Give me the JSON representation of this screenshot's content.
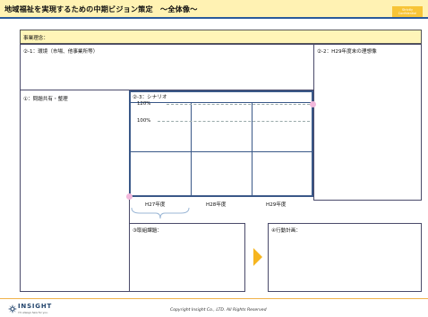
{
  "header": {
    "title": "地域福祉を実現するための中期ビジョン策定　～全体像～",
    "badge_line1": "Strictly",
    "badge_line2": "Confidential"
  },
  "mission": {
    "label": "事業理念："
  },
  "environment": {
    "label": "②-1：環境（市場、他事業所等）"
  },
  "ideal": {
    "label": "②-2：H29年度末の理想像"
  },
  "issues": {
    "label": "①：問題共有・整理"
  },
  "scenario": {
    "label": "②-3：シナリオ",
    "tick_120": "120%",
    "tick_100": "100%",
    "years": [
      "H27年度",
      "H28年度",
      "H29年度"
    ]
  },
  "tasks": {
    "label": "③取組課題："
  },
  "actions": {
    "label": "④行動計画："
  },
  "footer": {
    "brand": "INSIGHT",
    "tagline": "I'm always here for you.",
    "copyright": "Copyright Insight Co., LTD. All Rights Reserved"
  },
  "colors": {
    "accent_yellow": "#f7c437",
    "header_band": "#fff2b3",
    "frame_blue": "#3a5888",
    "marker_pink": "#f2b8dc",
    "arrow_orange": "#f6b520"
  }
}
